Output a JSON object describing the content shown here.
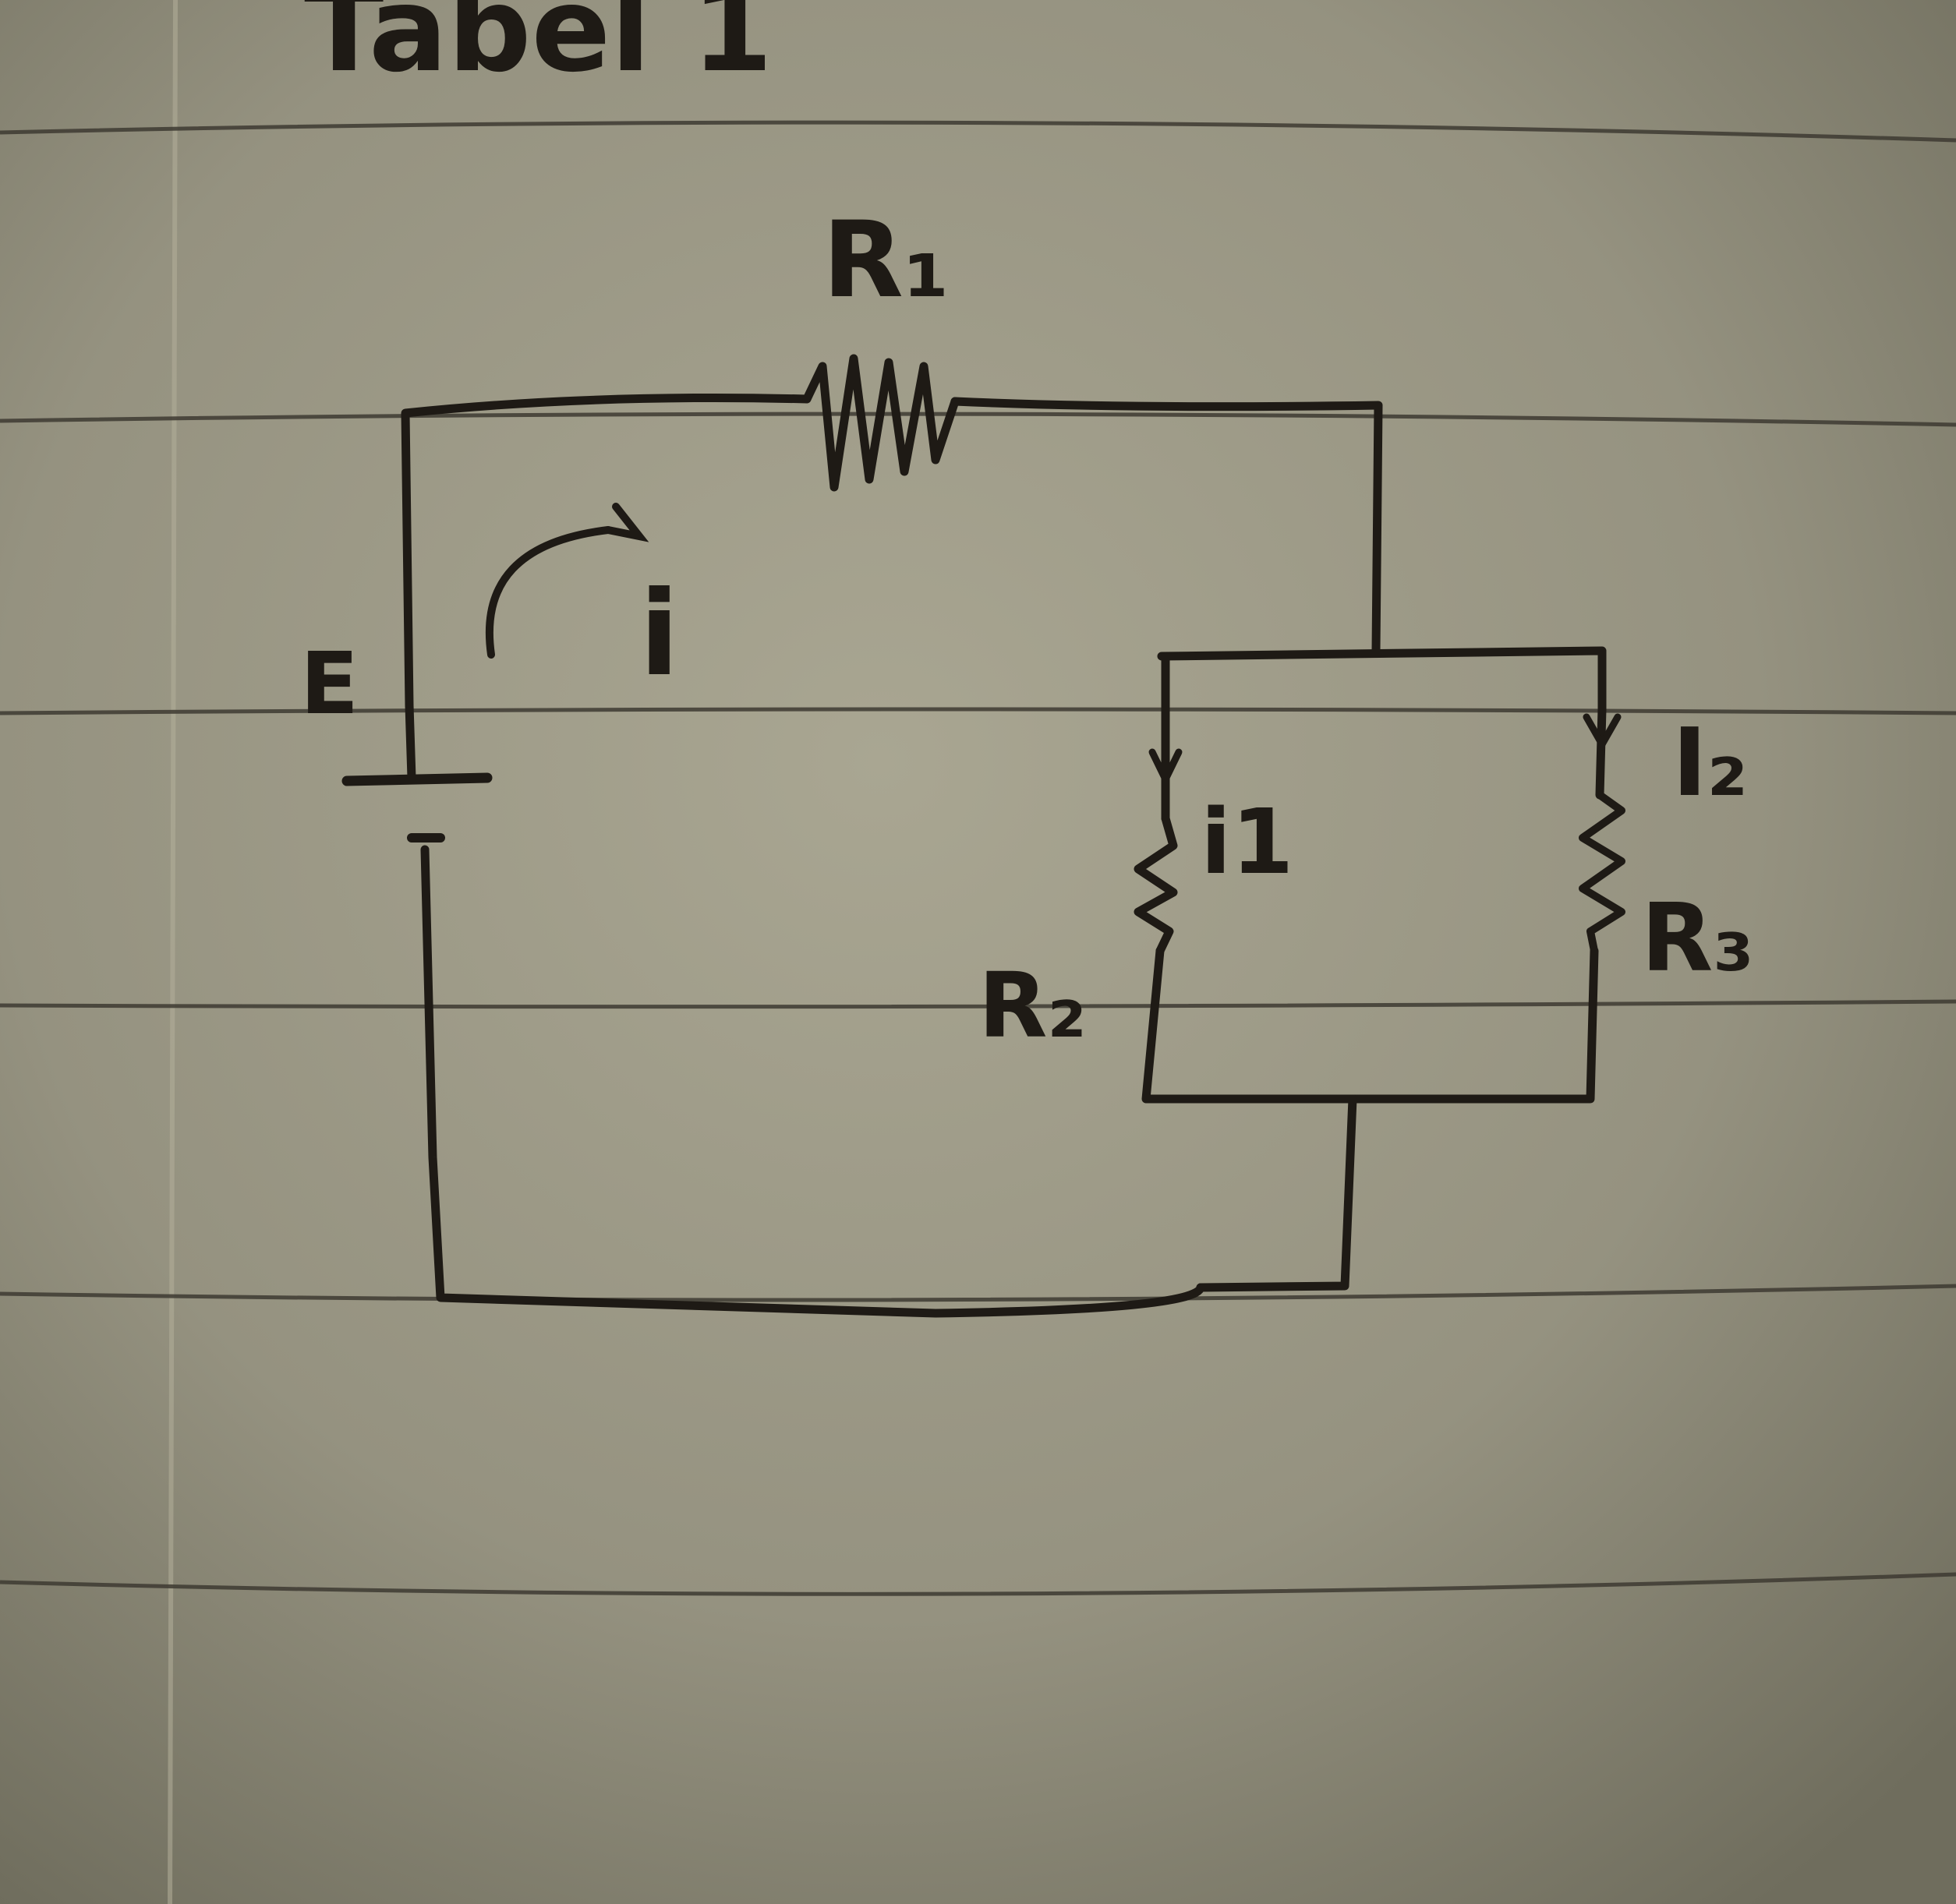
{
  "page": {
    "top_caption": "Tabel 1"
  },
  "circuit": {
    "labels": {
      "r1": "R₁",
      "r2": "R₂",
      "r3": "R₃",
      "source": "E",
      "main_current": "i",
      "branch_current_1": "i1",
      "branch_current_2": "I₂"
    }
  },
  "colors": {
    "paper": "#8f8c79",
    "paper_highlight": "#a7a48f",
    "rule_line": "#3d3a31",
    "margin_line": "#b4b09b",
    "ink": "#1e1a15"
  }
}
